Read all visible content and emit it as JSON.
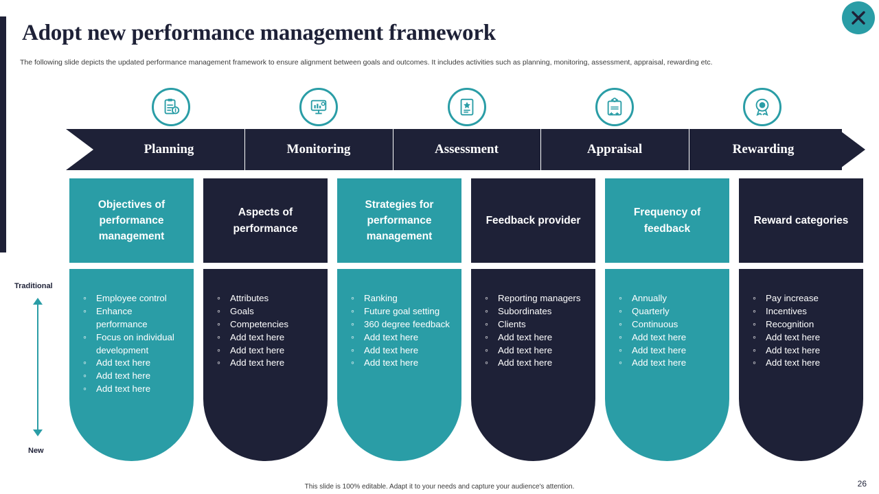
{
  "slide": {
    "title": "Adopt new performance management framework",
    "subtitle": "The following slide depicts the updated performance management framework to ensure alignment between goals and outcomes. It includes activities such as planning, monitoring, assessment, appraisal, rewarding etc.",
    "footnote": "This slide is 100% editable.  Adapt it to your needs and capture your audience's attention.",
    "page_number": "26",
    "close_icon": "close-icon",
    "accent_teal": "#2a9da6",
    "accent_dark": "#1e2137"
  },
  "icons": [
    {
      "name": "clipboard-plan-icon"
    },
    {
      "name": "monitor-chart-icon"
    },
    {
      "name": "assessment-checklist-icon"
    },
    {
      "name": "appraisal-award-document-icon"
    },
    {
      "name": "reward-medal-icon"
    }
  ],
  "phases": [
    {
      "label": "Planning"
    },
    {
      "label": "Monitoring"
    },
    {
      "label": "Assessment"
    },
    {
      "label": "Appraisal"
    },
    {
      "label": "Rewarding"
    }
  ],
  "axis": {
    "top_label": "Traditional",
    "bottom_label": "New"
  },
  "columns": [
    {
      "header": "Objectives of performance management",
      "color": "#2a9da6",
      "items": [
        "Employee control",
        "Enhance performance",
        "Focus on individual development",
        "Add text here",
        "Add text here",
        "Add text here"
      ]
    },
    {
      "header": "Aspects of performance",
      "color": "#1e2137",
      "items": [
        "Attributes",
        "Goals",
        "Competencies",
        "Add text here",
        "Add text here",
        "Add text here"
      ]
    },
    {
      "header": "Strategies for performance management",
      "color": "#2a9da6",
      "items": [
        "Ranking",
        "Future  goal setting",
        "360 degree feedback",
        "Add text here",
        "Add text here",
        "Add text here"
      ]
    },
    {
      "header": "Feedback provider",
      "color": "#1e2137",
      "items": [
        "Reporting managers",
        "Subordinates",
        "Clients",
        "Add text here",
        "Add text here",
        "Add text here"
      ]
    },
    {
      "header": "Frequency of feedback",
      "color": "#2a9da6",
      "items": [
        "Annually",
        "Quarterly",
        "Continuous",
        "Add text here",
        "Add text here",
        "Add text here"
      ]
    },
    {
      "header": "Reward categories",
      "color": "#1e2137",
      "items": [
        "Pay increase",
        "Incentives",
        "Recognition",
        "Add text here",
        "Add text here",
        "Add text here"
      ]
    }
  ]
}
